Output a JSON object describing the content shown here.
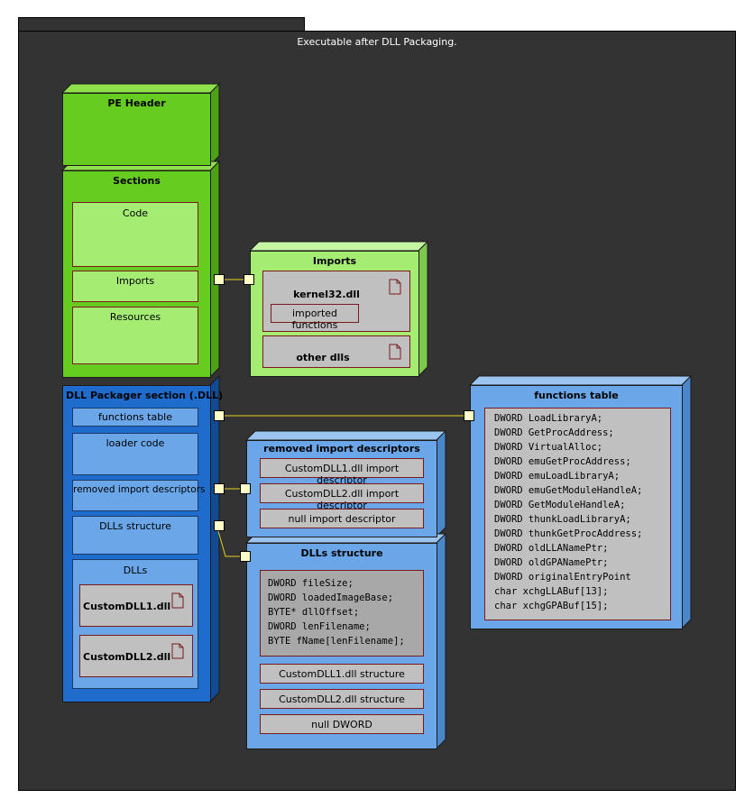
{
  "frame": {
    "title": "Executable after DLL Packaging."
  },
  "pe_header": {
    "title": "PE Header"
  },
  "sections": {
    "title": "Sections",
    "items": [
      "Code",
      "Imports",
      "Resources"
    ]
  },
  "imports": {
    "title": "Imports",
    "kernel32": {
      "title": "kernel32.dll",
      "sub": "imported functions"
    },
    "other": {
      "title": "other dlls"
    }
  },
  "dll_packager": {
    "title": "DLL Packager section (.DLL)",
    "items": [
      "functions table",
      "loader code",
      "removed import descriptors",
      "DLLs structure"
    ],
    "dlls": {
      "title": "DLLs",
      "items": [
        "CustomDLL1.dll",
        "CustomDLL2.dll"
      ]
    }
  },
  "functions_table": {
    "title": "functions table",
    "lines": [
      "DWORD LoadLibraryA;",
      "DWORD GetProcAddress;",
      "DWORD VirtualAlloc;",
      "DWORD emuGetProcAddress;",
      "DWORD emuLoadLibraryA;",
      "DWORD emuGetModuleHandleA;",
      "DWORD GetModuleHandleA;",
      "DWORD thunkLoadLibraryA;",
      "DWORD thunkGetProcAddress;",
      "DWORD oldLLANamePtr;",
      "DWORD oldGPANamePtr;",
      "DWORD originalEntryPoint",
      "char xchgLLABuf[13];",
      "char xchgGPABuf[15];"
    ]
  },
  "removed_imports": {
    "title": "removed import descriptors",
    "items": [
      "CustomDLL1.dll import descriptor",
      "CustomDLL2.dll import descriptor",
      "null import descriptor"
    ]
  },
  "dlls_structure": {
    "title": "DLLs structure",
    "lines": [
      "DWORD fileSize;",
      "DWORD loadedImageBase;",
      "BYTE* dllOffset;",
      "DWORD lenFilename;",
      "BYTE fName[lenFilename];"
    ],
    "items": [
      "CustomDLL1.dll structure",
      "CustomDLL2.dll structure",
      "null DWORD"
    ]
  },
  "colors": {
    "background": "#333333",
    "green": "#66cc1f",
    "light_green": "#a5ec73",
    "blue": "#1f6ccc",
    "light_blue": "#6aa6e8",
    "gray": "#c0c0c0",
    "port": "#ffffc8",
    "connector": "#e8d21c"
  },
  "icons": [
    "document-icon"
  ]
}
